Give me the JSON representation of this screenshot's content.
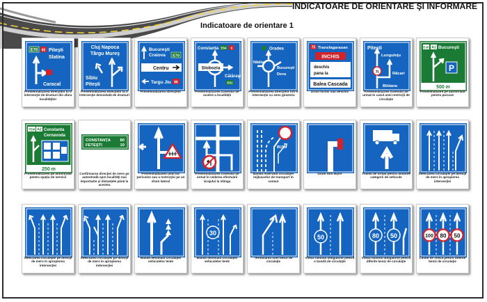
{
  "header": {
    "title": "INDICATOARE DE ORIENTARE ŞI INFORMARE",
    "subtitle": "Indicatoare de orientare 1"
  },
  "colors": {
    "sign_blue": "#1565c0",
    "sign_green": "#1b7a34",
    "sign_red": "#d2232a",
    "road_yellow": "#f2d23a"
  },
  "signs": [
    {
      "caption": "Presemnalizarea direcţiilor la o intersecţie de drumuri din afara localităţilor",
      "texts": {
        "e70": "E70",
        "r65": "65",
        "pitesti": "Piteşti",
        "slatina": "Slatina",
        "caracal": "Caracal"
      }
    },
    {
      "caption": "Presemnalizarea direcţiilor la o intersecţie denivelată de drumuri",
      "texts": {
        "l1": "Cluj Napoca",
        "l2": "Târgu Mureş",
        "l3": "Sibiu",
        "l4": "Piteşti"
      }
    },
    {
      "caption": "Presemnalizarea direcţiilor",
      "texts": {
        "l1": "Bucureşti",
        "l2": "Craiova",
        "e70": "E70",
        "centru": "Centru",
        "l3": "Targu Jiu",
        "r66": "66"
      }
    },
    {
      "caption": "Presemnalizarea traseului de ocolire a localităţii",
      "texts": {
        "l1": "Constanta",
        "e64": "E64",
        "r6": "6",
        "l2": "Slobozia",
        "l3": "Călăraşi",
        "e61": "E61"
      }
    },
    {
      "caption": "Presemnalizarea direcţiilor într-o intersecţie cu sens giratoriu",
      "texts": {
        "top": "Oradea",
        "left": "Nădlac",
        "right": "Bucureşti",
        "right2": "Deva"
      }
    },
    {
      "caption": "Drum închis sau deschis",
      "texts": {
        "num": "75",
        "l1": "Transfagarasan",
        "closed": "INCHIS",
        "l2": "deschis",
        "l3": "pana la",
        "l4": "Balea Cascada"
      }
    },
    {
      "caption": "Presemnalizarea traseului de urmat în cazul unei restricţii de circulaţie",
      "texts": {
        "l1": "Piteşti",
        "l2": "Lunguleţu",
        "limit": "7t",
        "l3": "Răcari",
        "l4": "Bildana"
      }
    },
    {
      "caption": "Presemnalizare pe autostradă pentru parcare",
      "texts": {
        "exit": "Exit",
        "a1": "A1",
        "l1": "Bucureşti",
        "p": "P",
        "dist": "500 m"
      }
    },
    {
      "caption": "Presemnalizarea pe autostradă pentru spaţiu de servicii",
      "texts": {
        "tem": "TEM",
        "a2": "A2",
        "l1": "Constanta",
        "l2": "Cernavoda",
        "dist": "250 m"
      }
    },
    {
      "caption": "Confirmarea direcţiei de mers pe autostradă spre localităţi mai importante şi distanţele până la acestea",
      "texts": {
        "l1": "CONSTANŢA",
        "d1": "80",
        "l2": "FETEŞTI",
        "d2": "10"
      }
    },
    {
      "caption": "Presemnalizarea unui loc periculos sau a restricţiei pe un drum lateral",
      "texts": {}
    },
    {
      "caption": "Presemnalizarea traseului de urmat în vederea efectuării virajului la stânga",
      "texts": {}
    },
    {
      "caption": "Bandă rezervată circulaţiei mijloacelor de transport în comun",
      "texts": {
        "bus": "BUS"
      }
    },
    {
      "caption": "Drum fără ieşire",
      "texts": {}
    },
    {
      "caption": "Traseu de urmat pentru anumite categorii de vehicule",
      "texts": {}
    },
    {
      "caption": "Selectarea circulaţiei pe direcţii de mers în apropierea intersecţiei",
      "texts": {}
    },
    {
      "caption": "Selectarea circulaţiei pe direcţii de mers în apropierea intersecţiei",
      "texts": {}
    },
    {
      "caption": "Selectarea circulaţiei pe direcţii de mers în apropierea intersecţiei",
      "texts": {}
    },
    {
      "caption": "Bandă destinată circulaţiei vehiculelor lente",
      "texts": {}
    },
    {
      "caption": "Bandă destinată circulaţiei vehiculelor lente",
      "texts": {
        "s1": "30"
      }
    },
    {
      "caption": "Terminarea unei benzi de circulaţie",
      "texts": {}
    },
    {
      "caption": "Viteza minimă obligatorie pentru o bandă de circulaţie",
      "texts": {
        "s1": "50"
      }
    },
    {
      "caption": "Viteza minimă obligatorie pentru diferite benzi de circulaţie",
      "texts": {
        "s1": "80",
        "s2": "50"
      }
    },
    {
      "caption": "Limite de viteză pentru diferite benzi de circulaţie",
      "texts": {
        "s1": "100",
        "s2": "80",
        "s3": "50"
      }
    }
  ]
}
